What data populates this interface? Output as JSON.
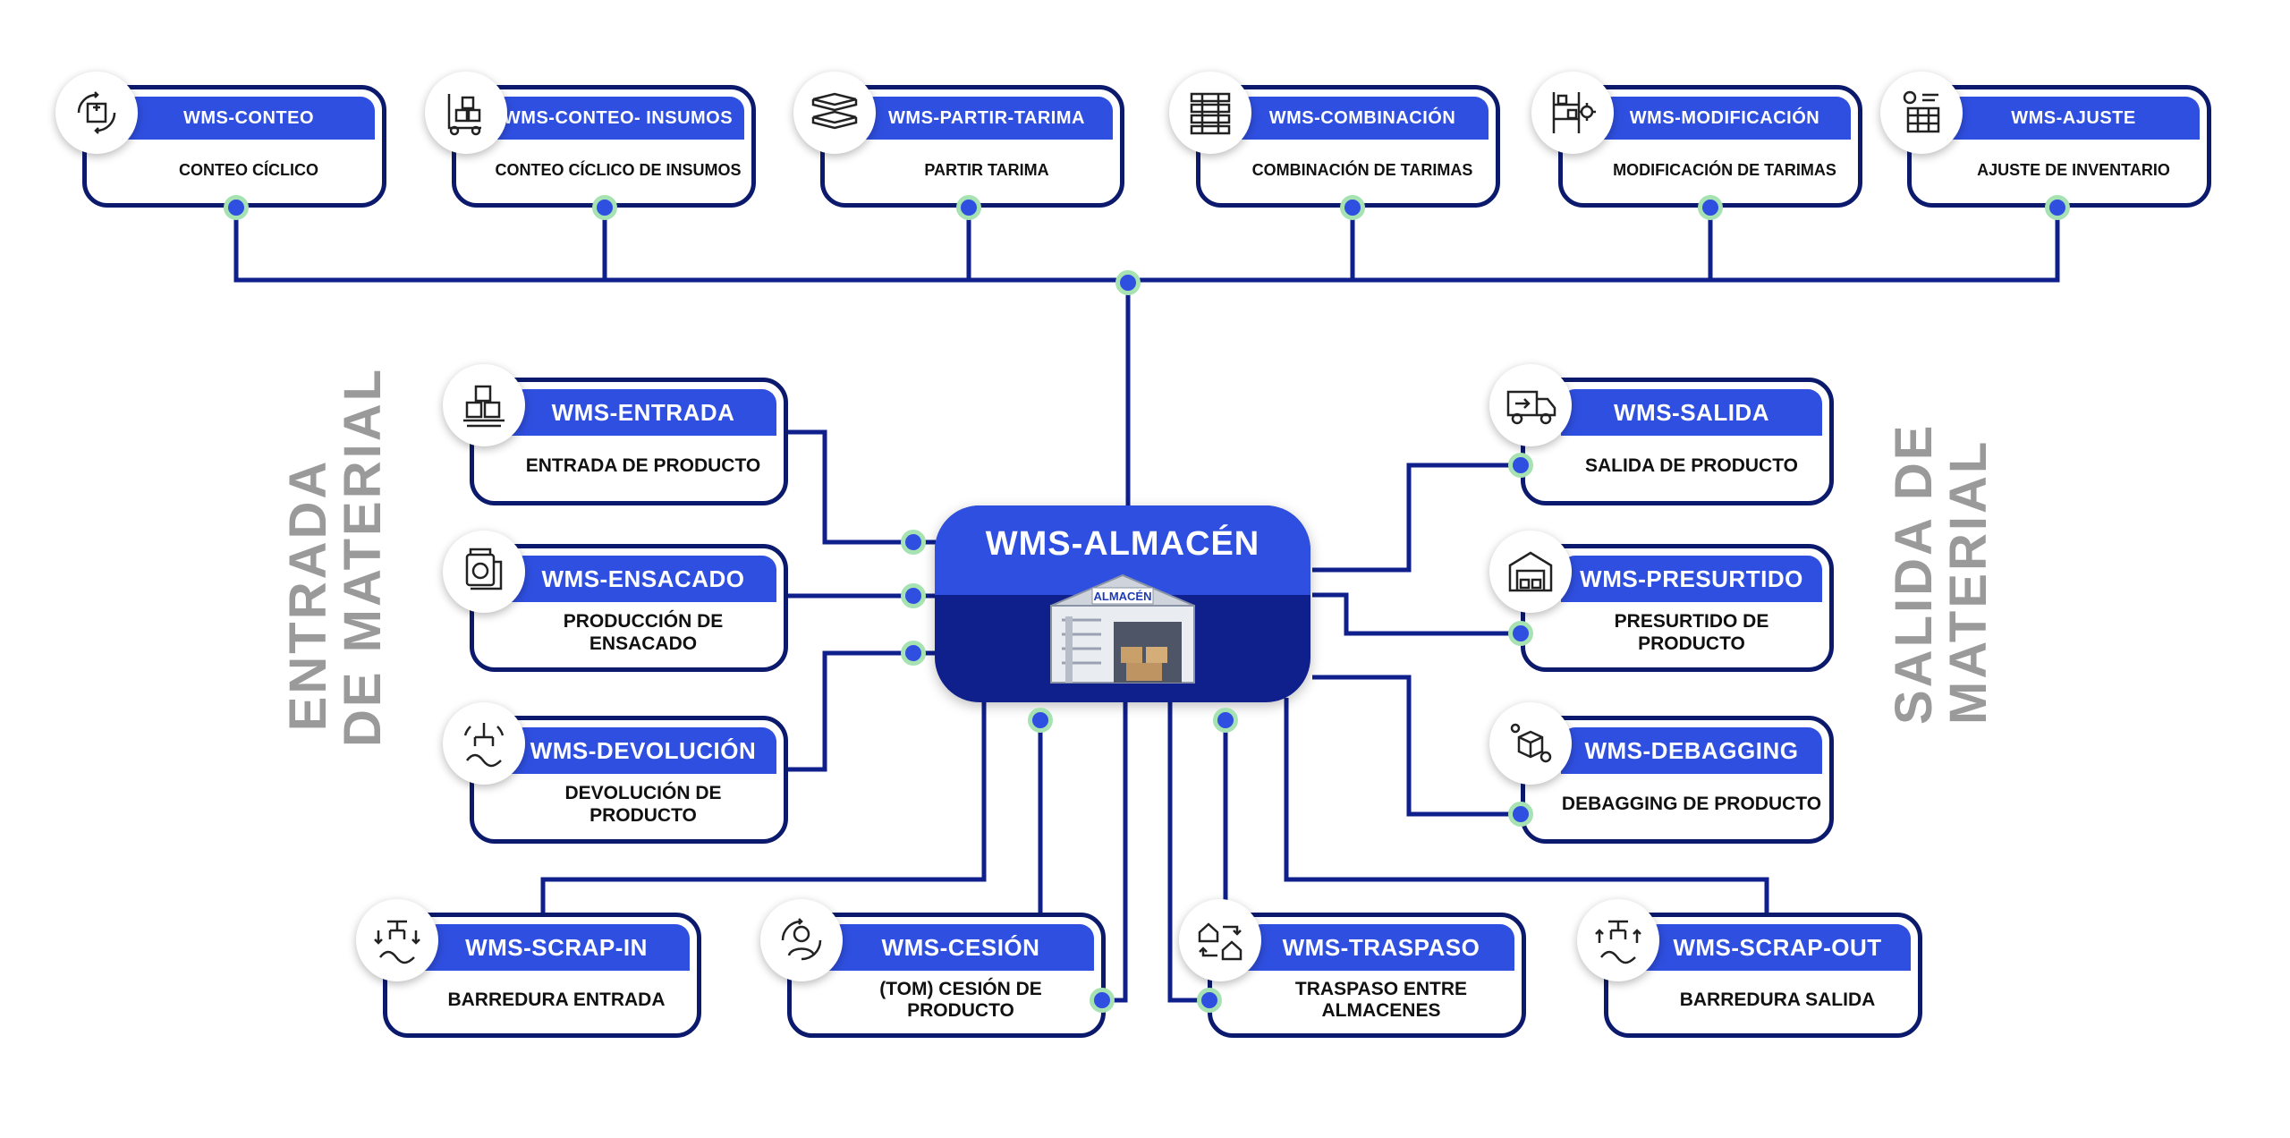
{
  "side_labels": {
    "left": [
      "ENTRADA",
      "DE MATERIAL"
    ],
    "right": [
      "SALIDA DE",
      "MATERIAL"
    ]
  },
  "hub": {
    "title": "WMS-ALMACÉN",
    "building_sign": "ALMACÉN"
  },
  "top_modules": [
    {
      "title": "WMS-CONTEO",
      "desc": "CONTEO CÍCLICO",
      "icon": "cycle-box-icon"
    },
    {
      "title": "WMS-CONTEO- INSUMOS",
      "desc": "CONTEO CÍCLICO DE INSUMOS",
      "icon": "hand-truck-boxes-icon"
    },
    {
      "title": "WMS-PARTIR-TARIMA",
      "desc": "PARTIR TARIMA",
      "icon": "split-pallet-icon"
    },
    {
      "title": "WMS-COMBINACIÓN",
      "desc": "COMBINACIÓN DE TARIMAS",
      "icon": "stacked-pallets-icon"
    },
    {
      "title": "WMS-MODIFICACIÓN",
      "desc": "MODIFICACIÓN DE TARIMAS",
      "icon": "shelf-gear-icon"
    },
    {
      "title": "WMS-AJUSTE",
      "desc": "AJUSTE DE INVENTARIO",
      "icon": "inventory-adjust-icon"
    }
  ],
  "entry_modules": [
    {
      "title": "WMS-ENTRADA",
      "desc": "ENTRADA DE PRODUCTO",
      "icon": "boxes-pallet-icon"
    },
    {
      "title": "WMS-ENSACADO",
      "desc": "PRODUCCIÓN DE ENSACADO",
      "icon": "bagging-machine-icon"
    },
    {
      "title": "WMS-DEVOLUCIÓN",
      "desc": "DEVOLUCIÓN DE PRODUCTO",
      "icon": "return-crane-icon"
    }
  ],
  "exit_modules": [
    {
      "title": "WMS-SALIDA",
      "desc": "SALIDA DE PRODUCTO",
      "icon": "delivery-truck-icon"
    },
    {
      "title": "WMS-PRESURTIDO",
      "desc": "PRESURTIDO DE PRODUCTO",
      "icon": "warehouse-pallets-icon"
    },
    {
      "title": "WMS-DEBAGGING",
      "desc": "DEBAGGING DE PRODUCTO",
      "icon": "box-gears-icon"
    }
  ],
  "bottom_modules": [
    {
      "title": "WMS-SCRAP-IN",
      "desc": "BARREDURA ENTRADA",
      "icon": "claw-in-icon"
    },
    {
      "title": "WMS-CESIÓN",
      "desc": "(TOM) CESIÓN DE PRODUCTO",
      "icon": "operator-cycle-icon"
    },
    {
      "title": "WMS-TRASPASO",
      "desc": "TRASPASO ENTRE ALMACENES",
      "icon": "house-transfer-icon"
    },
    {
      "title": "WMS-SCRAP-OUT",
      "desc": "BARREDURA SALIDA",
      "icon": "claw-out-icon"
    }
  ],
  "colors": {
    "header_blue": "#2f4fe0",
    "border_navy": "#0c1a6e",
    "connector_navy": "#0f1f8c",
    "dot_ring_green": "#a7e3b2",
    "side_label_gray": "#9a9a9a"
  }
}
